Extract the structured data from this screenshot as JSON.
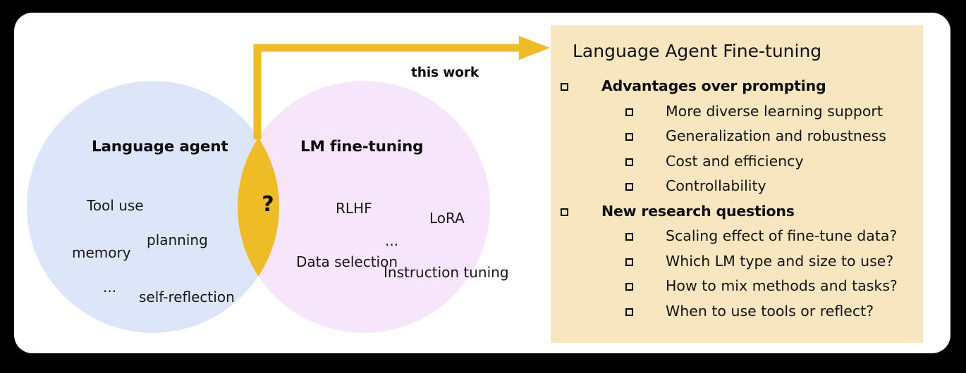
{
  "figure": {
    "background_color": "#000000",
    "card_color": "#ffffff"
  },
  "venn": {
    "left_circle": {
      "label": "Language agent",
      "color": "#dde5f8",
      "terms": [
        "Tool use",
        "planning",
        "memory",
        "...",
        "self-reflection"
      ]
    },
    "right_circle": {
      "label": "LM fine-tuning",
      "color": "#f7e5fb",
      "terms": [
        "RLHF",
        "LoRA",
        "...",
        "Data selection",
        "Instruction tuning"
      ]
    },
    "intersection": {
      "label": "?",
      "color": "#edbc26"
    }
  },
  "arrow": {
    "label": "this work",
    "color": "#edbc26"
  },
  "panel": {
    "background_color": "#f8e6c0",
    "title": "Language Agent Fine-tuning",
    "bullet_icon": "hollow-square-bullet",
    "sections": [
      {
        "heading": "Advantages over prompting",
        "items": [
          "More diverse learning support",
          "Generalization and robustness",
          "Cost and efficiency",
          "Controllability"
        ]
      },
      {
        "heading": "New research questions",
        "items": [
          "Scaling effect of fine-tune data?",
          "Which LM type and size to use?",
          "How to mix methods and tasks?",
          "When to use tools or reflect?"
        ]
      }
    ]
  }
}
